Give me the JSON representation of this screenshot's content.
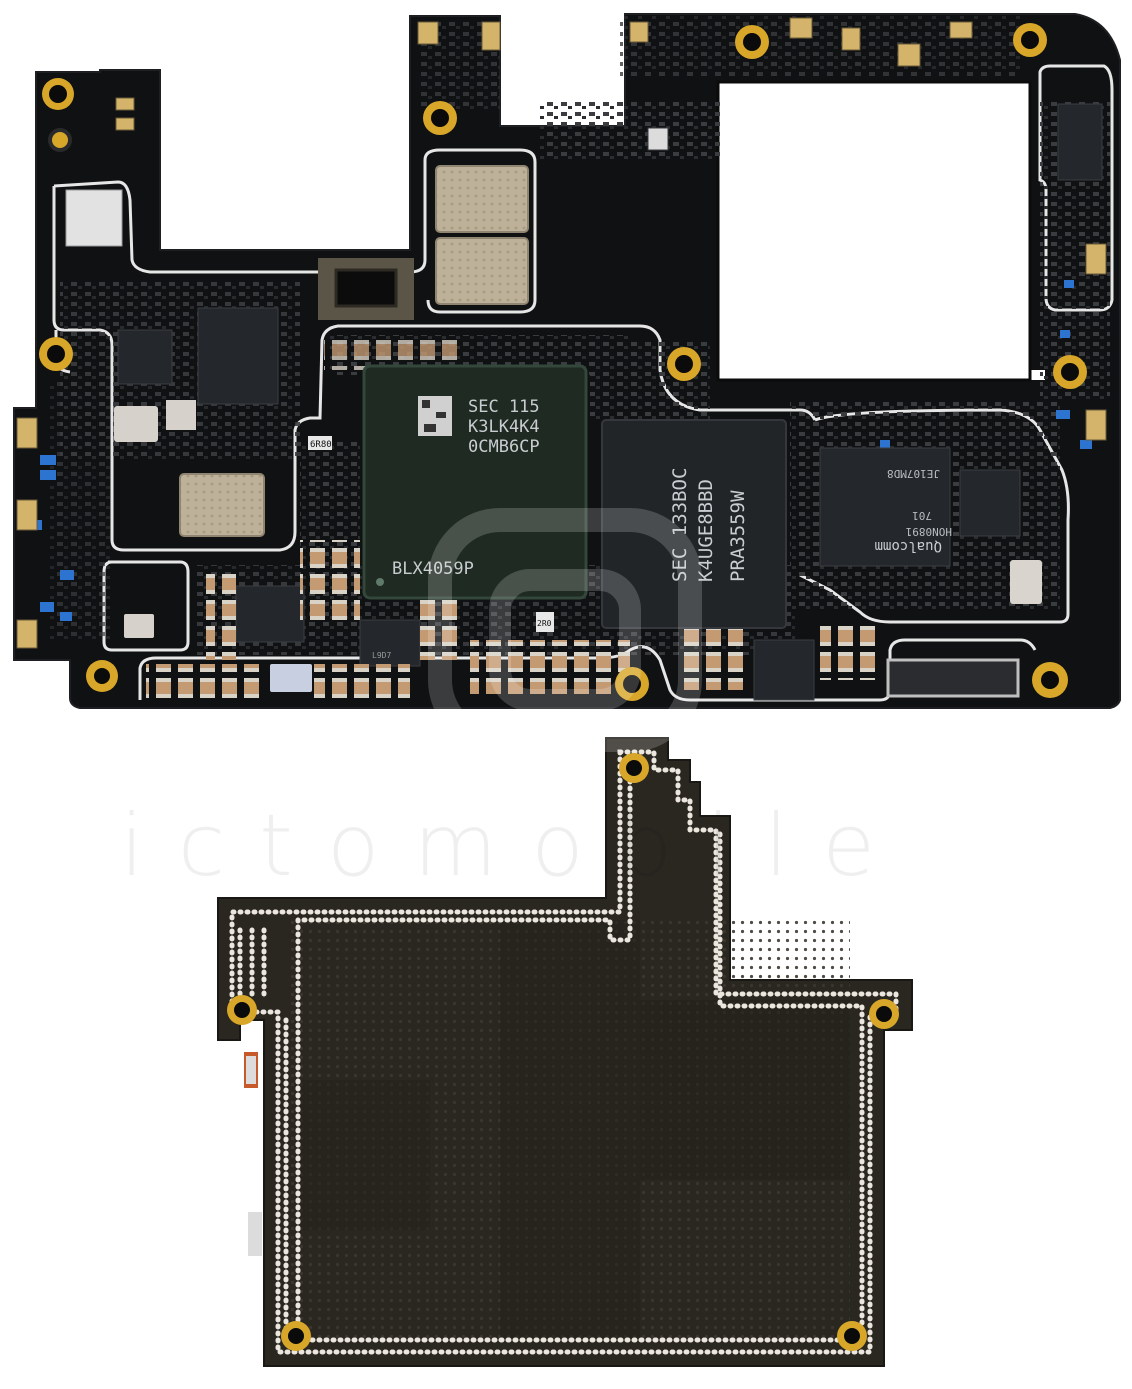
{
  "colors": {
    "pcb": "#111214",
    "pcb_edge": "#1c1d20",
    "trace_white": "#e8e8e8",
    "gold": "#d7a62a",
    "shield": "#b9ac93",
    "chip_green": "#1d2a22",
    "chip_dark": "#202326",
    "underside": "#2a2620",
    "dots": "#e8e4dc",
    "accent_blue": "#2a6fc9",
    "bronze": "#b58a62"
  },
  "icons": {
    "watermark": "ictomobile-logo-watermark"
  },
  "top_board": {
    "storage_chip": {
      "line1": "SEC 115",
      "line2": "K3LK4K4",
      "line3": "0CMB6CP",
      "line4": "BLX4059P"
    },
    "memory_chip": {
      "line1": "SEC 133BOC",
      "line2": "K4UGE8BBD",
      "line3": "PRA3559W"
    },
    "qualcomm_chip": {
      "brand": "Qualcomm",
      "line1": "JE107MD8",
      "line2": "701",
      "line3": "HON0891"
    },
    "small_labels": {
      "label_1": "6R80",
      "label_2": "2R0",
      "label_3": "L9D7"
    }
  },
  "watermark": {
    "text": "ictomobile"
  }
}
